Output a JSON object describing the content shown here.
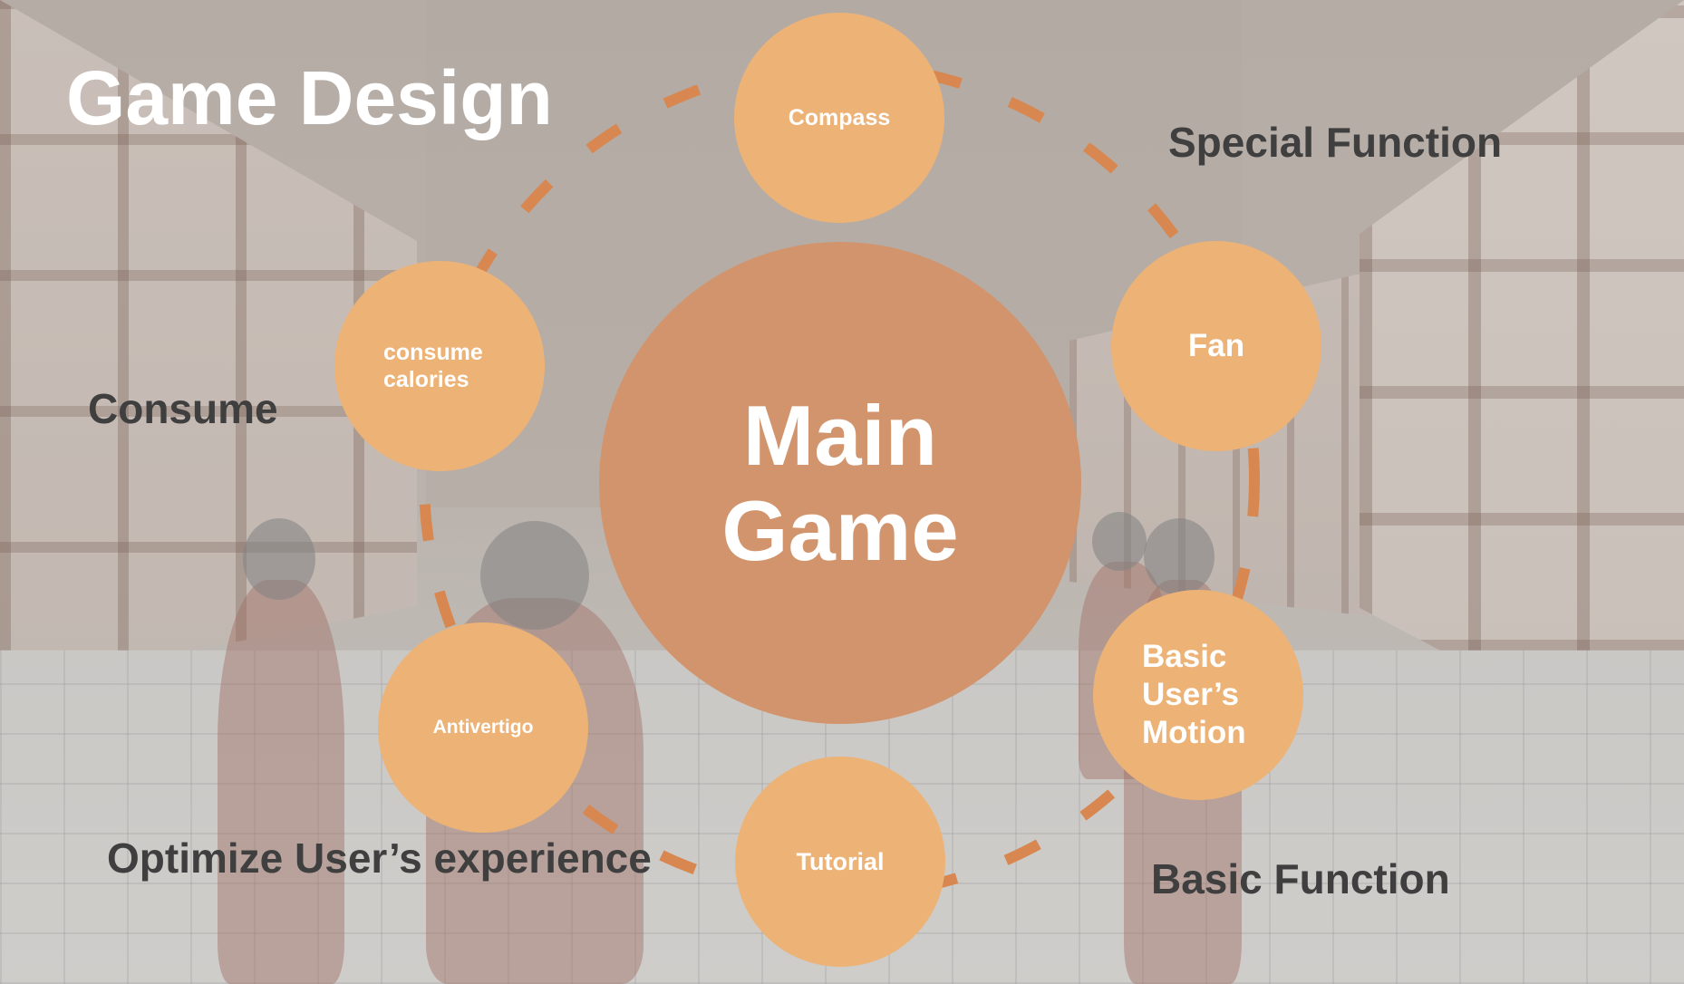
{
  "title": "Game Design",
  "center": {
    "line1": "Main",
    "line2": "Game"
  },
  "nodes": {
    "compass": "Compass",
    "fan": "Fan",
    "basic_motion": {
      "line1": "Basic",
      "line2": "User’s",
      "line3": "Motion"
    },
    "tutorial": "Tutorial",
    "antivertigo": "Antivertigo",
    "consume_calories": {
      "line1": "consume",
      "line2": "calories"
    }
  },
  "categories": {
    "special": "Special Function",
    "consume": "Consume",
    "optimize": "Optimize User’s experience",
    "basic": "Basic Function"
  },
  "colors": {
    "node_fill": "#ecb276",
    "center_fill": "#d1946c",
    "link_stroke": "#d7874f",
    "title_text": "#ffffff",
    "label_text": "#3f3f3f"
  }
}
